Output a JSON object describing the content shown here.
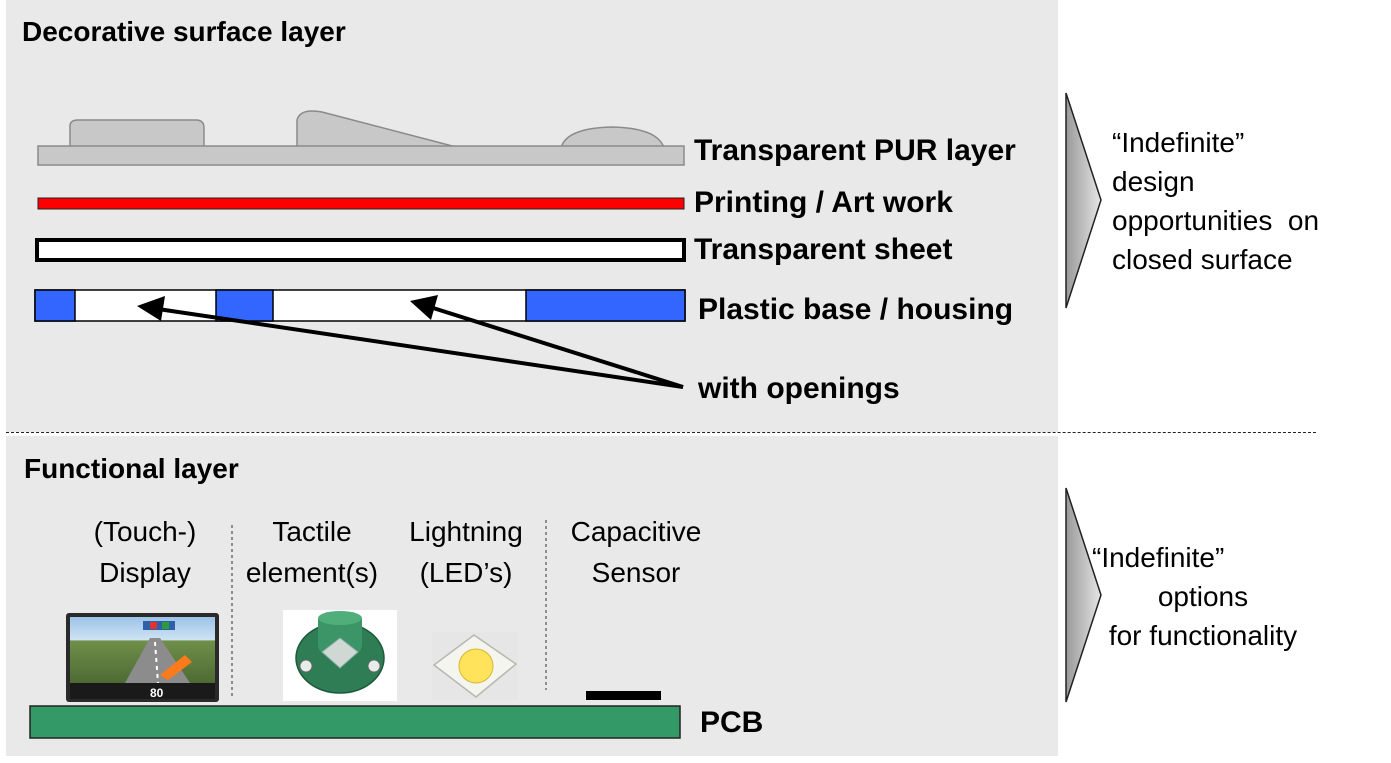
{
  "decorative": {
    "title": "Decorative surface layer",
    "layers": {
      "pur": "Transparent PUR layer",
      "printing": "Printing / Art work",
      "sheet": "Transparent sheet",
      "base": "Plastic base / housing"
    },
    "openings": "with openings"
  },
  "functional": {
    "title": "Functional layer",
    "columns": {
      "display_l1": "(Touch-)",
      "display_l2": "Display",
      "tactile_l1": "Tactile",
      "tactile_l2": "element(s)",
      "light_l1": "Lightning",
      "light_l2": "(LED’s)",
      "cap_l1": "Capacitive",
      "cap_l2": "Sensor"
    },
    "pcb": "PCB",
    "display_speed": "80"
  },
  "side_notes": {
    "design_l1": "“Indefinite”",
    "design_l2": "design",
    "design_l3": "opportunities  on",
    "design_l4": "closed surface",
    "func_l1": "“Indefinite”",
    "func_l2": "options",
    "func_l3": "for functionality"
  },
  "colors": {
    "panel": "#e9e9e9",
    "pur_layer": "#c8c8c8",
    "printing": "#ff0000",
    "housing_blue": "#3366ff",
    "pcb_green": "#339966",
    "tactile_green": "#2e7d55",
    "led_yellow": "#ffe35a"
  }
}
